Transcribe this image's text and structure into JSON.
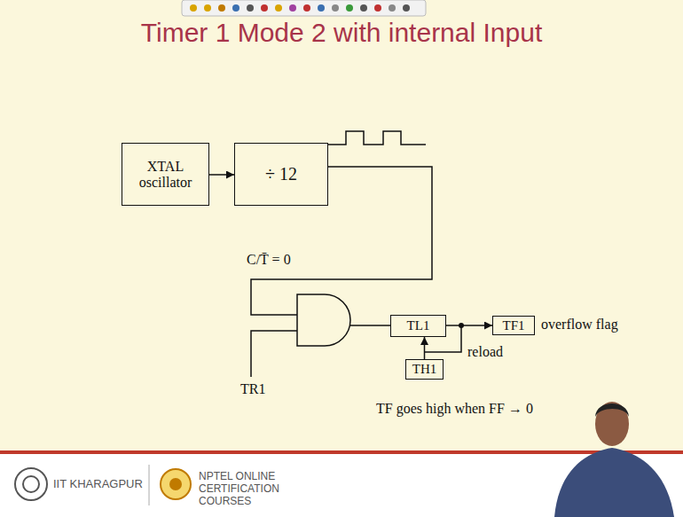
{
  "diagram": {
    "title": "Timer 1 Mode 2 with internal Input",
    "nodes": [
      {
        "text": [
          "XTAL oscillator"
        ]
      },
      {
        "text": [
          "÷ 12"
        ]
      },
      {
        "text": [
          "TL1"
        ]
      },
      {
        "text": [
          "TF1"
        ]
      },
      {
        "text": [
          "TH1"
        ]
      }
    ],
    "edges": [
      {
        "from": 0,
        "to": 1,
        "arrow": "to"
      },
      {
        "from": 2,
        "to": 3,
        "arrow": "to"
      },
      {
        "from": 4,
        "to": 2,
        "arrow": "to"
      }
    ],
    "labels": [
      "C/T̄ = 0",
      "TR1",
      "overflow flag",
      "reload",
      "TF goes high when FF → 0",
      "IIT KHARAGPUR",
      "NPTEL ONLINE CERTIFICATION COURSES"
    ]
  }
}
